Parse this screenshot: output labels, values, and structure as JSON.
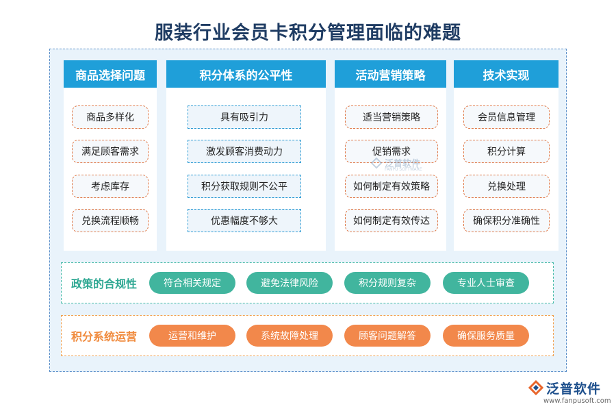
{
  "title": "服装行业会员卡积分管理面临的难题",
  "columns": [
    {
      "header": "商品选择问题",
      "items": [
        "商品多样化",
        "满足顾客需求",
        "考虑库存",
        "兑换流程顺畅"
      ]
    },
    {
      "header": "积分体系的公平性",
      "items": [
        "具有吸引力",
        "激发顾客消费动力",
        "积分获取规则不公平",
        "优惠幅度不够大"
      ]
    },
    {
      "header": "活动营销策略",
      "items": [
        "适当营销策略",
        "促销需求",
        "如何制定有效策略",
        "如何制定有效传达"
      ]
    },
    {
      "header": "技术实现",
      "items": [
        "会员信息管理",
        "积分计算",
        "兑换处理",
        "确保积分准确性"
      ]
    }
  ],
  "bands": [
    {
      "label": "政策的合规性",
      "items": [
        "符合相关规定",
        "避免法律风险",
        "积分规则复杂",
        "专业人士审查"
      ]
    },
    {
      "label": "积分系统运营",
      "items": [
        "运营和维护",
        "系统故障处理",
        "顾客问题解答",
        "确保服务质量"
      ]
    }
  ],
  "watermark": {
    "text": "泛普软件",
    "sub": "FANPU SOFTWARE"
  },
  "logo": {
    "text": "泛普软件",
    "url": "www.fanpusoft.com"
  },
  "colors": {
    "header_blue": "#1f9fd9",
    "title": "#1f3c63",
    "orange_border": "#e07a4a",
    "blue_border": "#2a9ad3",
    "teal": "#41b59e",
    "orange_pill": "#f2884b"
  }
}
